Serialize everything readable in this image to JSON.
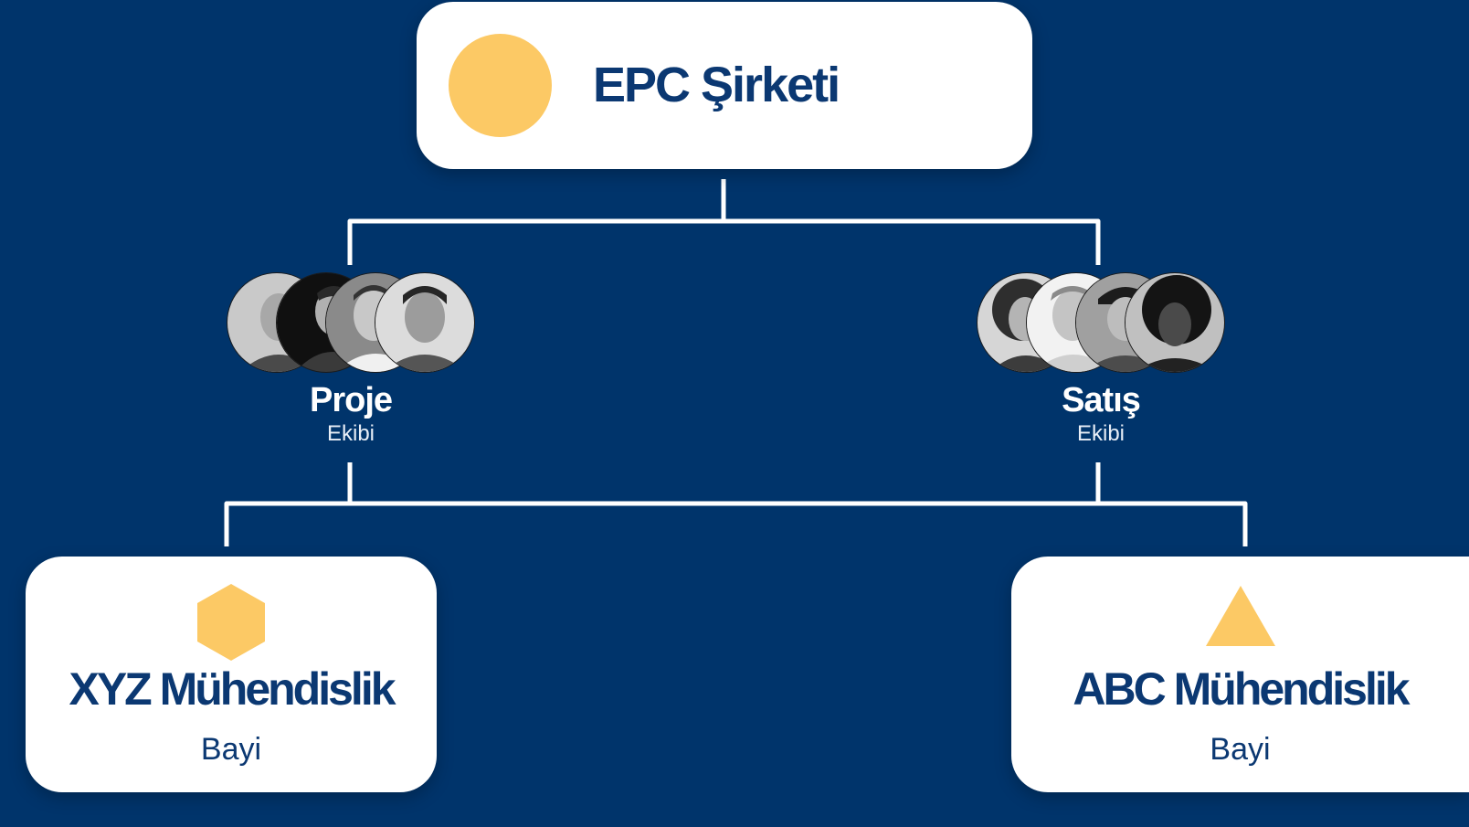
{
  "company": {
    "name": "EPC Şirketi"
  },
  "teams": [
    {
      "name": "Proje",
      "subtitle": "Ekibi"
    },
    {
      "name": "Satış",
      "subtitle": "Ekibi"
    }
  ],
  "dealers": [
    {
      "name": "XYZ Mühendislik",
      "subtitle": "Bayi",
      "logo": "hexagon-icon"
    },
    {
      "name": "ABC Mühendislik",
      "subtitle": "Bayi",
      "logo": "triangle-icon"
    }
  ],
  "colors": {
    "background": "#00346b",
    "card": "#ffffff",
    "accent": "#fcc965",
    "text_dark": "#0b3872",
    "connector": "#ffffff"
  }
}
